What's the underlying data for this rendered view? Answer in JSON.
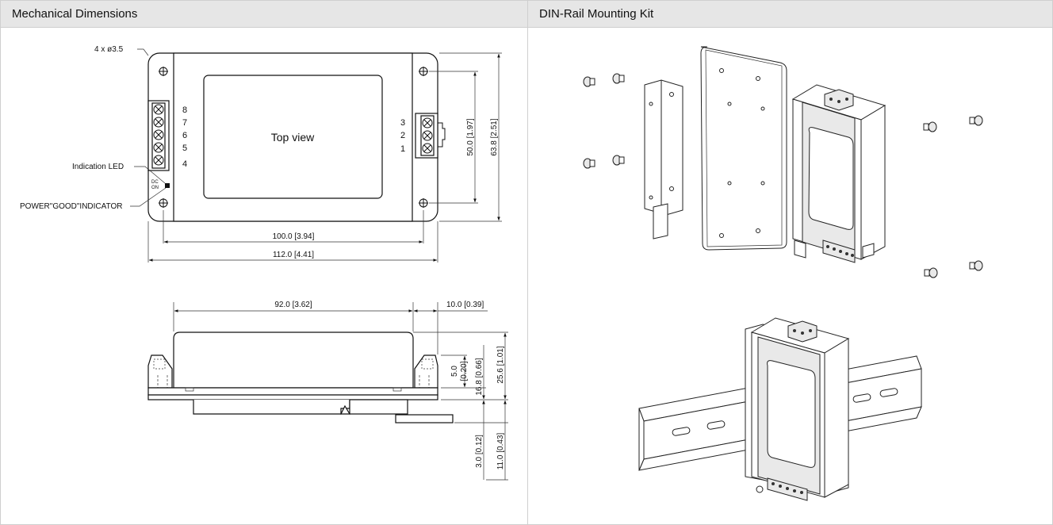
{
  "panels": {
    "left_title": "Mechanical Dimensions",
    "right_title": "DIN-Rail Mounting Kit"
  },
  "top_view": {
    "hole_label": "4 x ø3.5",
    "view_label": "Top view",
    "led_label": "Indication LED",
    "pg_label": "POWER\"GOOD\"INDICATOR",
    "dc_on_1": "DC",
    "dc_on_2": "ON",
    "pins_left": [
      "8",
      "7",
      "6",
      "5",
      "4"
    ],
    "pins_right": [
      "3",
      "2",
      "1"
    ],
    "dim_hole_spacing_w": "100.0 [3.94]",
    "dim_overall_w": "112.0 [4.41]",
    "dim_hole_spacing_h": "50.0 [1.97]",
    "dim_overall_h": "63.8 [2.51]"
  },
  "side_view": {
    "dim_body_w": "92.0 [3.62]",
    "dim_flange": "10.0 [0.39]",
    "dim_5_0": "5.0",
    "dim_0_20": "[0.20]",
    "dim_16_8": "16.8 [0.66]",
    "dim_25_6": "25.6 [1.01]",
    "dim_3_0": "3.0 [0.12]",
    "dim_11_0": "11.0 [0.43]"
  }
}
